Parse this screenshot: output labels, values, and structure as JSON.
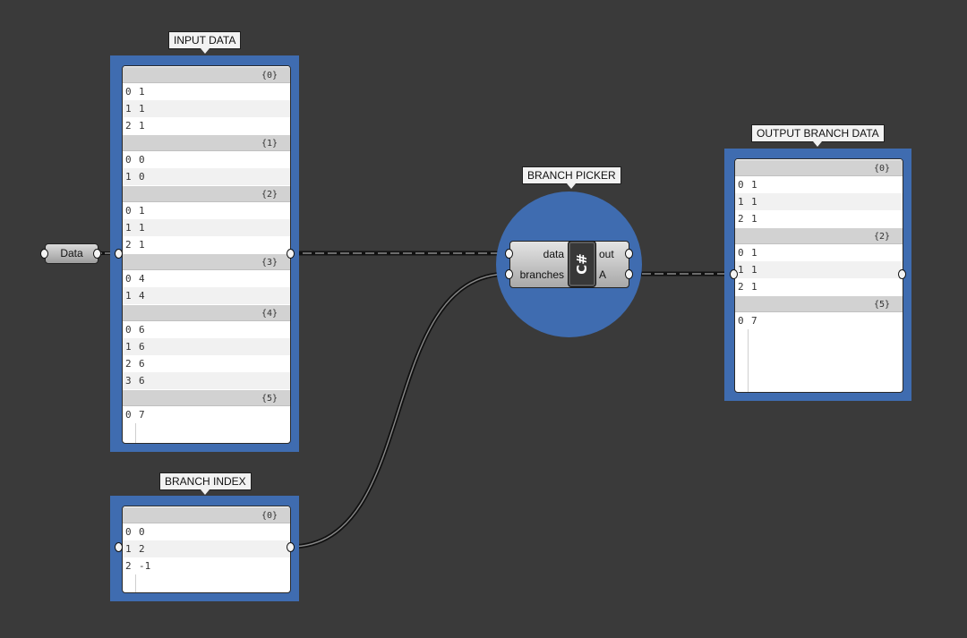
{
  "canvas": {
    "background": "#3a3a3a",
    "group_color": "#3f6cb0"
  },
  "groups": {
    "input": {
      "label": "INPUT DATA"
    },
    "index": {
      "label": "BRANCH INDEX"
    },
    "picker": {
      "label": "BRANCH PICKER"
    },
    "output": {
      "label": "OUTPUT BRANCH DATA"
    }
  },
  "data_param": {
    "label": "Data"
  },
  "picker_component": {
    "inputs": [
      "data",
      "branches"
    ],
    "outputs": [
      "out",
      "A"
    ],
    "icon_text": "C#"
  },
  "panels": {
    "input": {
      "branches": [
        {
          "path": "{0}",
          "items": [
            "1",
            "1",
            "1"
          ]
        },
        {
          "path": "{1}",
          "items": [
            "0",
            "0"
          ]
        },
        {
          "path": "{2}",
          "items": [
            "1",
            "1",
            "1"
          ]
        },
        {
          "path": "{3}",
          "items": [
            "4",
            "4"
          ]
        },
        {
          "path": "{4}",
          "items": [
            "6",
            "6",
            "6",
            "6"
          ]
        },
        {
          "path": "{5}",
          "items": [
            "7"
          ]
        }
      ]
    },
    "index": {
      "branches": [
        {
          "path": "{0}",
          "items": [
            "0",
            "2",
            "-1"
          ]
        }
      ]
    },
    "output": {
      "branches": [
        {
          "path": "{0}",
          "items": [
            "1",
            "1",
            "1"
          ]
        },
        {
          "path": "{2}",
          "items": [
            "1",
            "1",
            "1"
          ]
        },
        {
          "path": "{5}",
          "items": [
            "7"
          ]
        }
      ]
    }
  }
}
